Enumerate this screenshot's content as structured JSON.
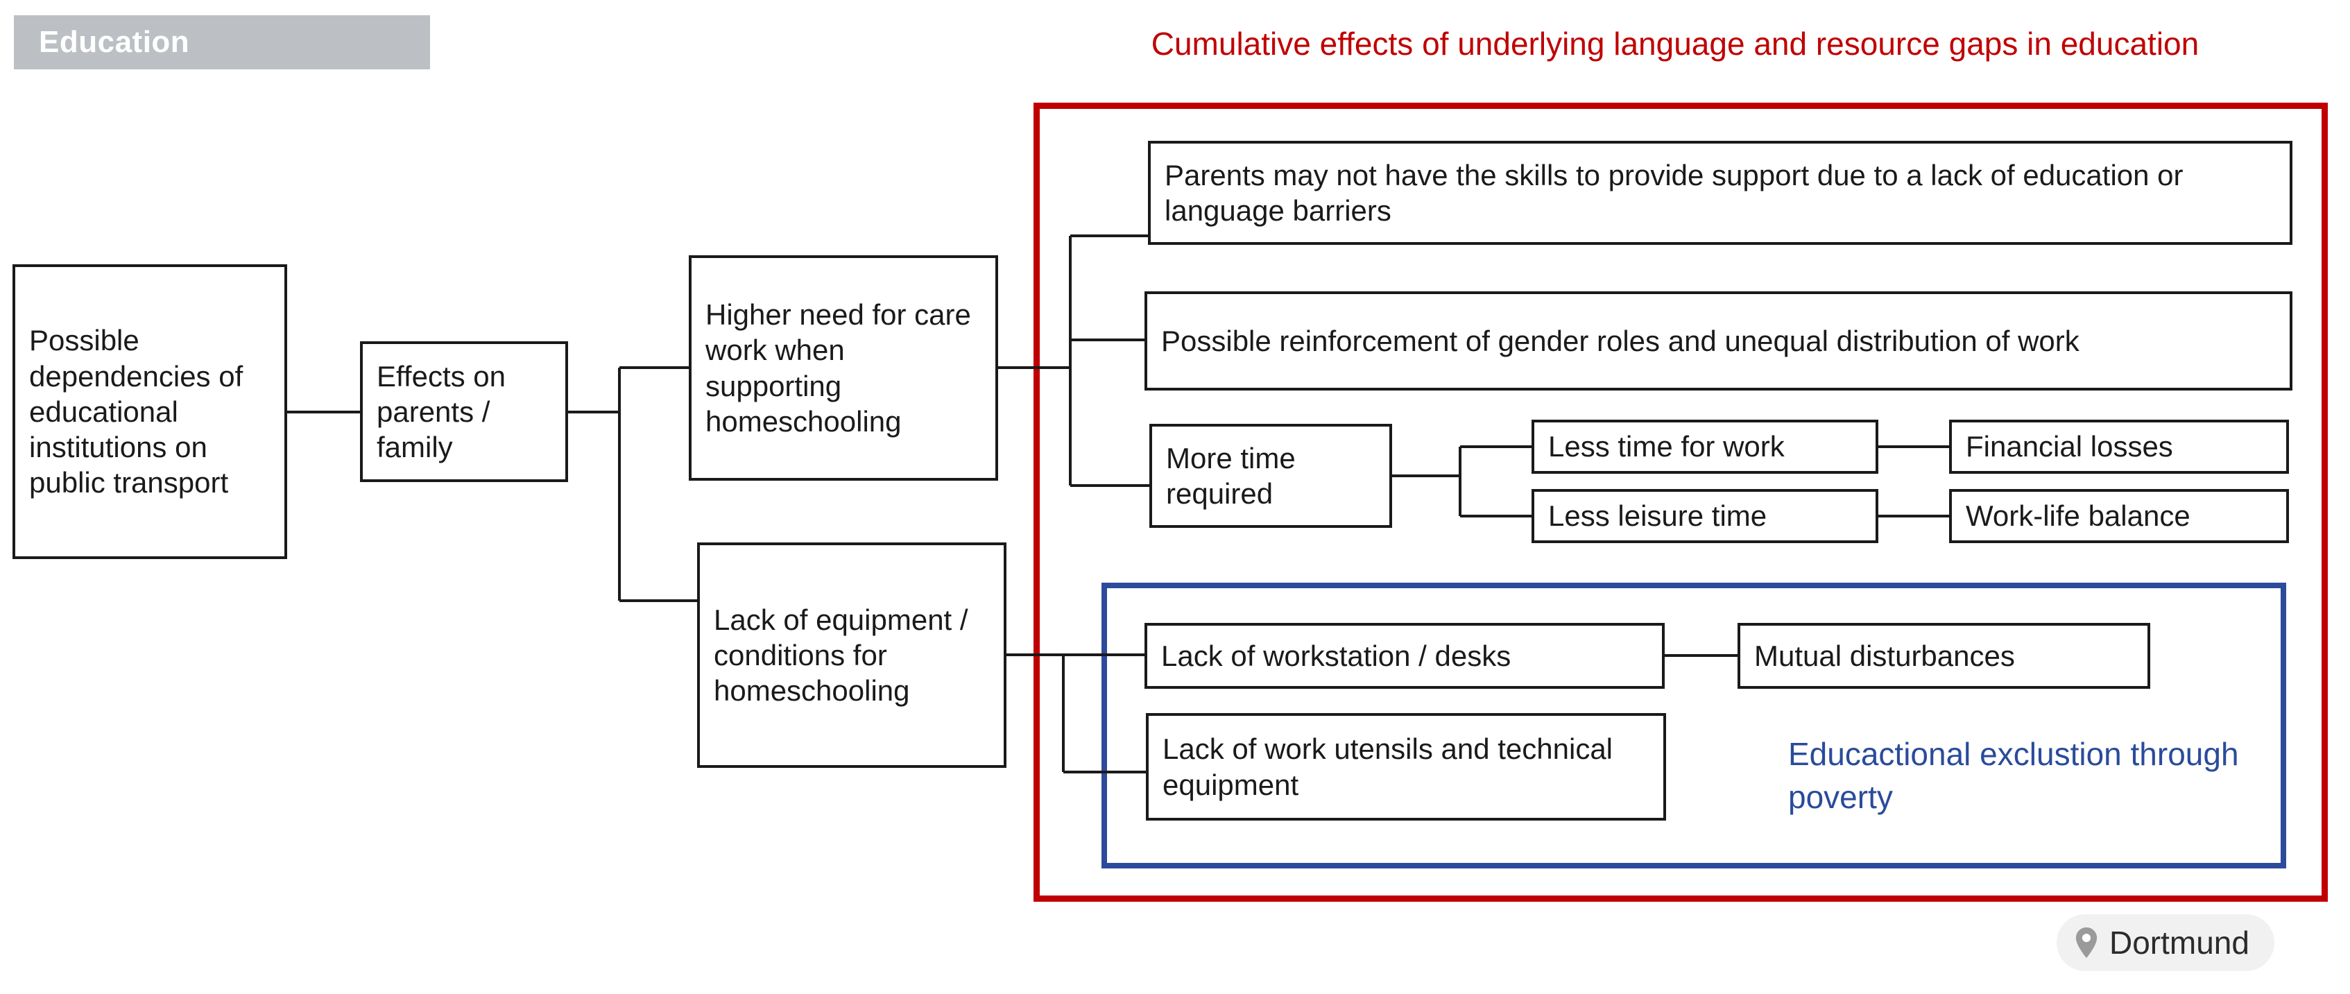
{
  "section": {
    "badge_label": "Education"
  },
  "heading": {
    "red_title": "Cumulative effects of underlying language and resource gaps in education"
  },
  "nodes": {
    "dependencies": "Possible dependencies of educational institutions on public transport",
    "effects_on_family": "Effects on parents / family",
    "care_work": "Higher need for care work when supporting homeschooling",
    "equipment": "Lack of equipment / conditions for homeschooling",
    "parents_skills": "Parents may not have the skills to provide support due to a lack of education or language barriers",
    "gender_roles": "Possible reinforcement of gender roles and unequal distribution of work",
    "more_time": "More time required",
    "less_time_work": "Less time for work",
    "less_leisure": "Less leisure time",
    "financial_losses": "Financial losses",
    "work_life_balance": "Work-life balance",
    "workstation": "Lack of workstation / desks",
    "mutual_disturbances": "Mutual disturbances",
    "utensils": "Lack of work utensils and technical equipment"
  },
  "callout": {
    "blue_text": "Educactional exclustion through poverty"
  },
  "location": {
    "icon": "map-pin-icon",
    "label": "Dortmund"
  },
  "colors": {
    "red_frame": "#C00000",
    "blue_frame": "#2C4B9B",
    "blue_text": "#2A4B9B",
    "badge_bg": "#BCC0C4",
    "node_border": "#1A1A1A",
    "pill_bg": "#F1F1F1"
  }
}
